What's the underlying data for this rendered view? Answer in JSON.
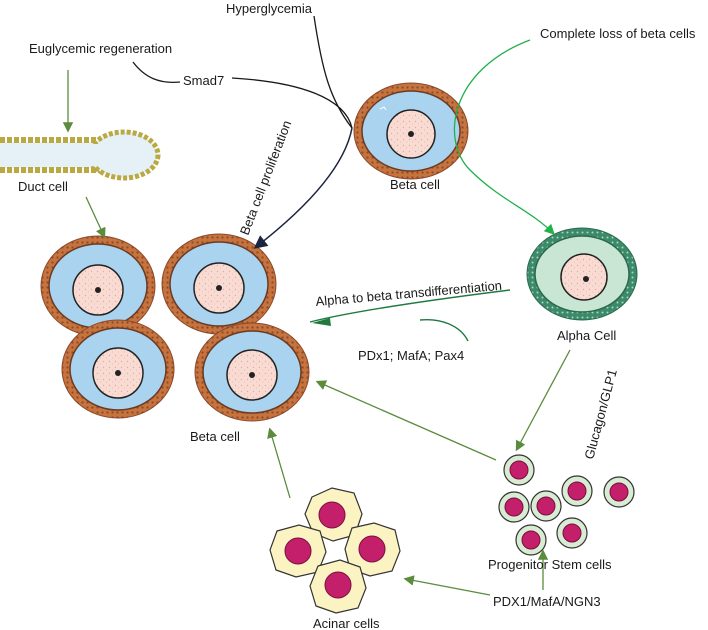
{
  "labels": {
    "hyperglycemia": "Hyperglycemia",
    "euglycemic": "Euglycemic regeneration",
    "smad7": "Smad7",
    "complete_loss": "Complete loss of beta cells",
    "duct_cell": "Duct cell",
    "beta_cell_top": "Beta cell",
    "beta_proliferation": "Beta cell proliferation",
    "alpha_transdiff": "Alpha to beta transdifferentiation",
    "alpha_cell": "Alpha Cell",
    "pdx_mafa_pax4": "PDx1; MafA; Pax4",
    "beta_cell_group": "Beta cell",
    "glucagon_glp1": "Glucagon/GLP1",
    "progenitor": "Progenitor Stem cells",
    "pdx1_mafa_ngn3": "PDX1/MafA/NGN3",
    "acinar": "Acinar cells"
  },
  "colors": {
    "beta_membrane": "#c7733d",
    "beta_membrane_dots": "#8a4a2c",
    "beta_cytoplasm": "#a9d3ee",
    "nucleus_fill": "#f8dcd3",
    "alpha_membrane": "#3d8a6a",
    "alpha_cytoplasm": "#c9e6d5",
    "acinar_fill": "#fbf3c2",
    "acinar_nucleus": "#c41f6a",
    "progenitor_fill": "#d8ecd4",
    "duct_fill": "#e6f1f7",
    "duct_membrane": "#d4c45a",
    "arrow_green": "#5b8c3c",
    "arrow_bright_green": "#22b04b",
    "arrow_dark_green": "#1e7a3f",
    "arrow_navy": "#1b2540",
    "line_black": "#1a1a1a"
  }
}
